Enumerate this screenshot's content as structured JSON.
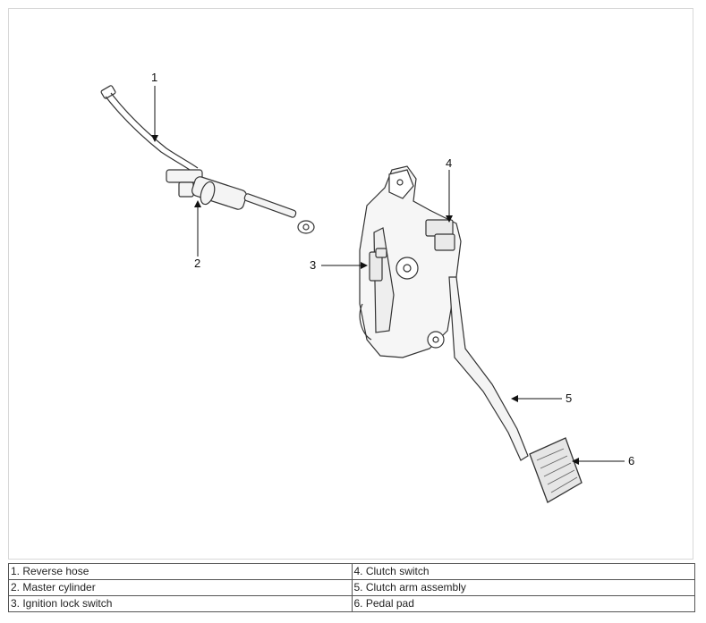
{
  "diagram": {
    "callouts": [
      {
        "id": "c1",
        "number": "1"
      },
      {
        "id": "c2",
        "number": "2"
      },
      {
        "id": "c3",
        "number": "3"
      },
      {
        "id": "c4",
        "number": "4"
      },
      {
        "id": "c5",
        "number": "5"
      },
      {
        "id": "c6",
        "number": "6"
      }
    ]
  },
  "legend": {
    "rows": [
      {
        "left": "1. Reverse hose",
        "right": "4. Clutch switch"
      },
      {
        "left": "2. Master cylinder",
        "right": "5. Clutch arm assembly"
      },
      {
        "left": "3. Ignition lock switch",
        "right": "6. Pedal pad"
      }
    ]
  }
}
